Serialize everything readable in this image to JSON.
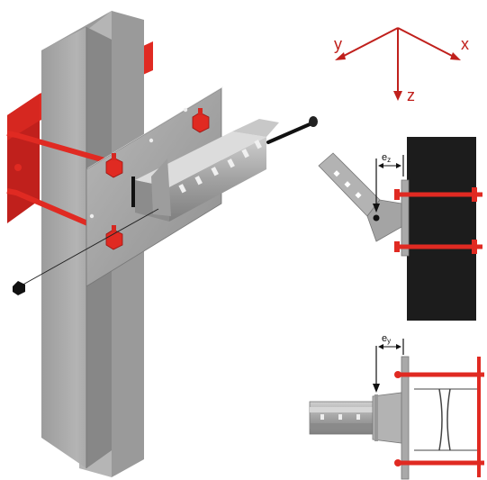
{
  "axes": {
    "x_label": "x",
    "y_label": "y",
    "z_label": "z"
  },
  "dimensions": {
    "ez_main": "e",
    "ez_sub": "z",
    "ey_main": "e",
    "ey_sub": "y"
  },
  "colors": {
    "accent_red": "#e02a22",
    "axis_red": "#c0201c",
    "steel_gray": "#a9a9a9",
    "steel_dark": "#8a8a8a",
    "steel_light": "#c8c8c8",
    "black_block": "#1c1c1c"
  }
}
